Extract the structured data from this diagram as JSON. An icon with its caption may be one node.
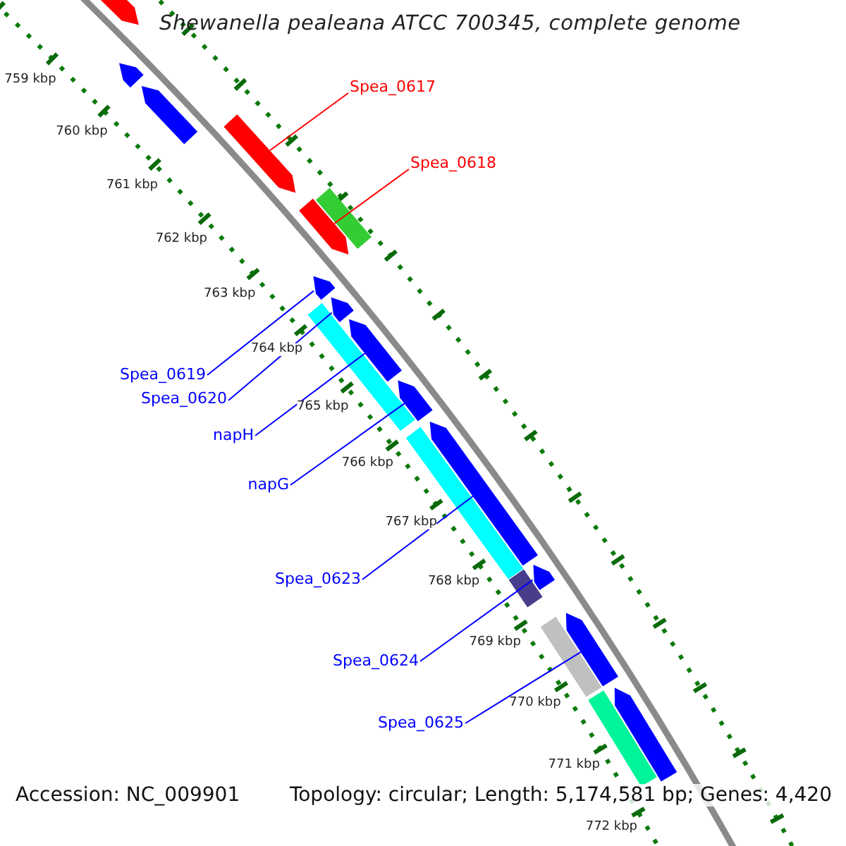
{
  "diagram": {
    "title": "Shewanella pealeana ATCC 700345, complete genome",
    "nodes": [
      {
        "text": [
          "Spea_0617"
        ]
      },
      {
        "text": [
          "Spea_0618"
        ]
      },
      {
        "text": [
          "Spea_0619"
        ]
      },
      {
        "text": [
          "Spea_0620"
        ]
      },
      {
        "text": [
          "napH"
        ]
      },
      {
        "text": [
          "napG"
        ]
      },
      {
        "text": [
          "Spea_0623"
        ]
      },
      {
        "text": [
          "Spea_0624"
        ]
      },
      {
        "text": [
          "Spea_0625"
        ]
      },
      {
        "text": [],
        "shape": "arrow"
      },
      {
        "text": [],
        "shape": "arrow"
      },
      {
        "text": [],
        "shape": "arrow"
      },
      {
        "text": [],
        "shape": "arrow"
      },
      {
        "text": [],
        "shape": "arrow"
      },
      {
        "text": [],
        "shape": "bar"
      },
      {
        "text": [],
        "shape": "arrow"
      },
      {
        "text": [],
        "shape": "bar"
      },
      {
        "text": [],
        "shape": "arrow"
      },
      {
        "text": [],
        "shape": "arrow"
      },
      {
        "text": [],
        "shape": "arrow"
      },
      {
        "text": [],
        "shape": "bar"
      },
      {
        "text": [],
        "shape": "arrow"
      },
      {
        "text": [],
        "shape": "bar"
      },
      {
        "text": [],
        "shape": "arrow"
      },
      {
        "text": [],
        "shape": "bar"
      },
      {
        "text": [],
        "shape": "arrow"
      },
      {
        "text": [],
        "shape": "bar"
      },
      {
        "text": [],
        "shape": "arrow"
      }
    ],
    "edges": [
      {
        "from": 0,
        "to": 12,
        "arrow": "none",
        "color": "#ff0000"
      },
      {
        "from": 1,
        "to": 13,
        "arrow": "none",
        "color": "#ff0000"
      },
      {
        "from": 2,
        "to": 15,
        "arrow": "none"
      },
      {
        "from": 3,
        "to": 17,
        "arrow": "none"
      },
      {
        "from": 4,
        "to": 18,
        "arrow": "none"
      },
      {
        "from": 5,
        "to": 19,
        "arrow": "none"
      },
      {
        "from": 6,
        "to": 21,
        "arrow": "none"
      },
      {
        "from": 7,
        "to": 23,
        "arrow": "none"
      },
      {
        "from": 8,
        "to": 25,
        "arrow": "none"
      }
    ],
    "labels": [
      "759 kbp",
      "760 kbp",
      "761 kbp",
      "762 kbp",
      "763 kbp",
      "764 kbp",
      "765 kbp",
      "766 kbp",
      "767 kbp",
      "768 kbp",
      "769 kbp",
      "770 kbp",
      "771 kbp",
      "772 kbp",
      "Accession: NC_009901",
      "Topology: circular; Length: 5,174,581 bp; Genes: 4,420"
    ]
  }
}
